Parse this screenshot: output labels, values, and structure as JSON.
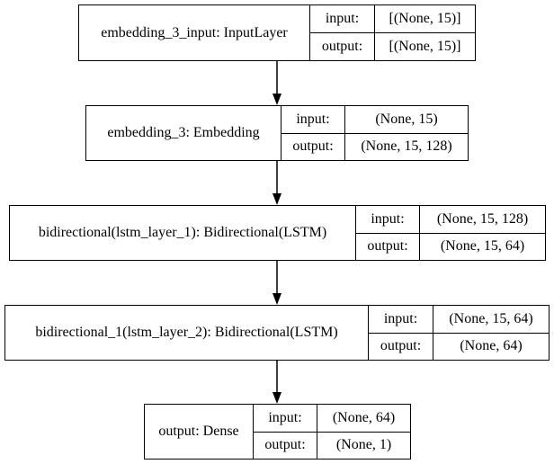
{
  "layers": [
    {
      "name": "embedding_3_input: InputLayer",
      "input_label": "input:",
      "input_value": "[(None, 15)]",
      "output_label": "output:",
      "output_value": "[(None, 15)]"
    },
    {
      "name": "embedding_3: Embedding",
      "input_label": "input:",
      "input_value": "(None, 15)",
      "output_label": "output:",
      "output_value": "(None, 15, 128)"
    },
    {
      "name": "bidirectional(lstm_layer_1): Bidirectional(LSTM)",
      "input_label": "input:",
      "input_value": "(None, 15, 128)",
      "output_label": "output:",
      "output_value": "(None, 15, 64)"
    },
    {
      "name": "bidirectional_1(lstm_layer_2): Bidirectional(LSTM)",
      "input_label": "input:",
      "input_value": "(None, 15, 64)",
      "output_label": "output:",
      "output_value": "(None, 64)"
    },
    {
      "name": "output: Dense",
      "input_label": "input:",
      "input_value": "(None, 64)",
      "output_label": "output:",
      "output_value": "(None, 1)"
    }
  ]
}
